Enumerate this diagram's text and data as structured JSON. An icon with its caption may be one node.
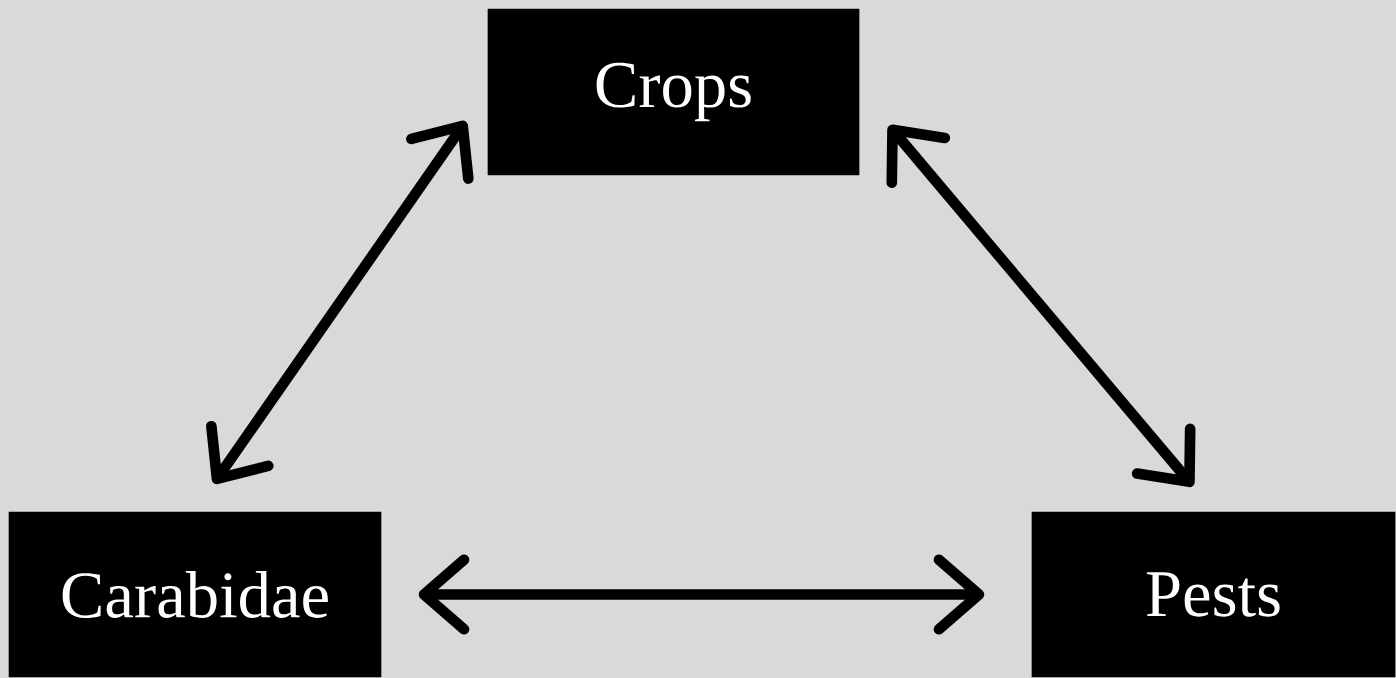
{
  "diagram": {
    "nodes": [
      {
        "text": [
          "Crops"
        ]
      },
      {
        "text": [
          "Carabidae"
        ]
      },
      {
        "text": [
          "Pests"
        ]
      }
    ],
    "edges": [
      {
        "from": 0,
        "to": 1,
        "arrow": "both"
      },
      {
        "from": 0,
        "to": 2,
        "arrow": "both"
      },
      {
        "from": 1,
        "to": 2,
        "arrow": "both"
      }
    ]
  }
}
